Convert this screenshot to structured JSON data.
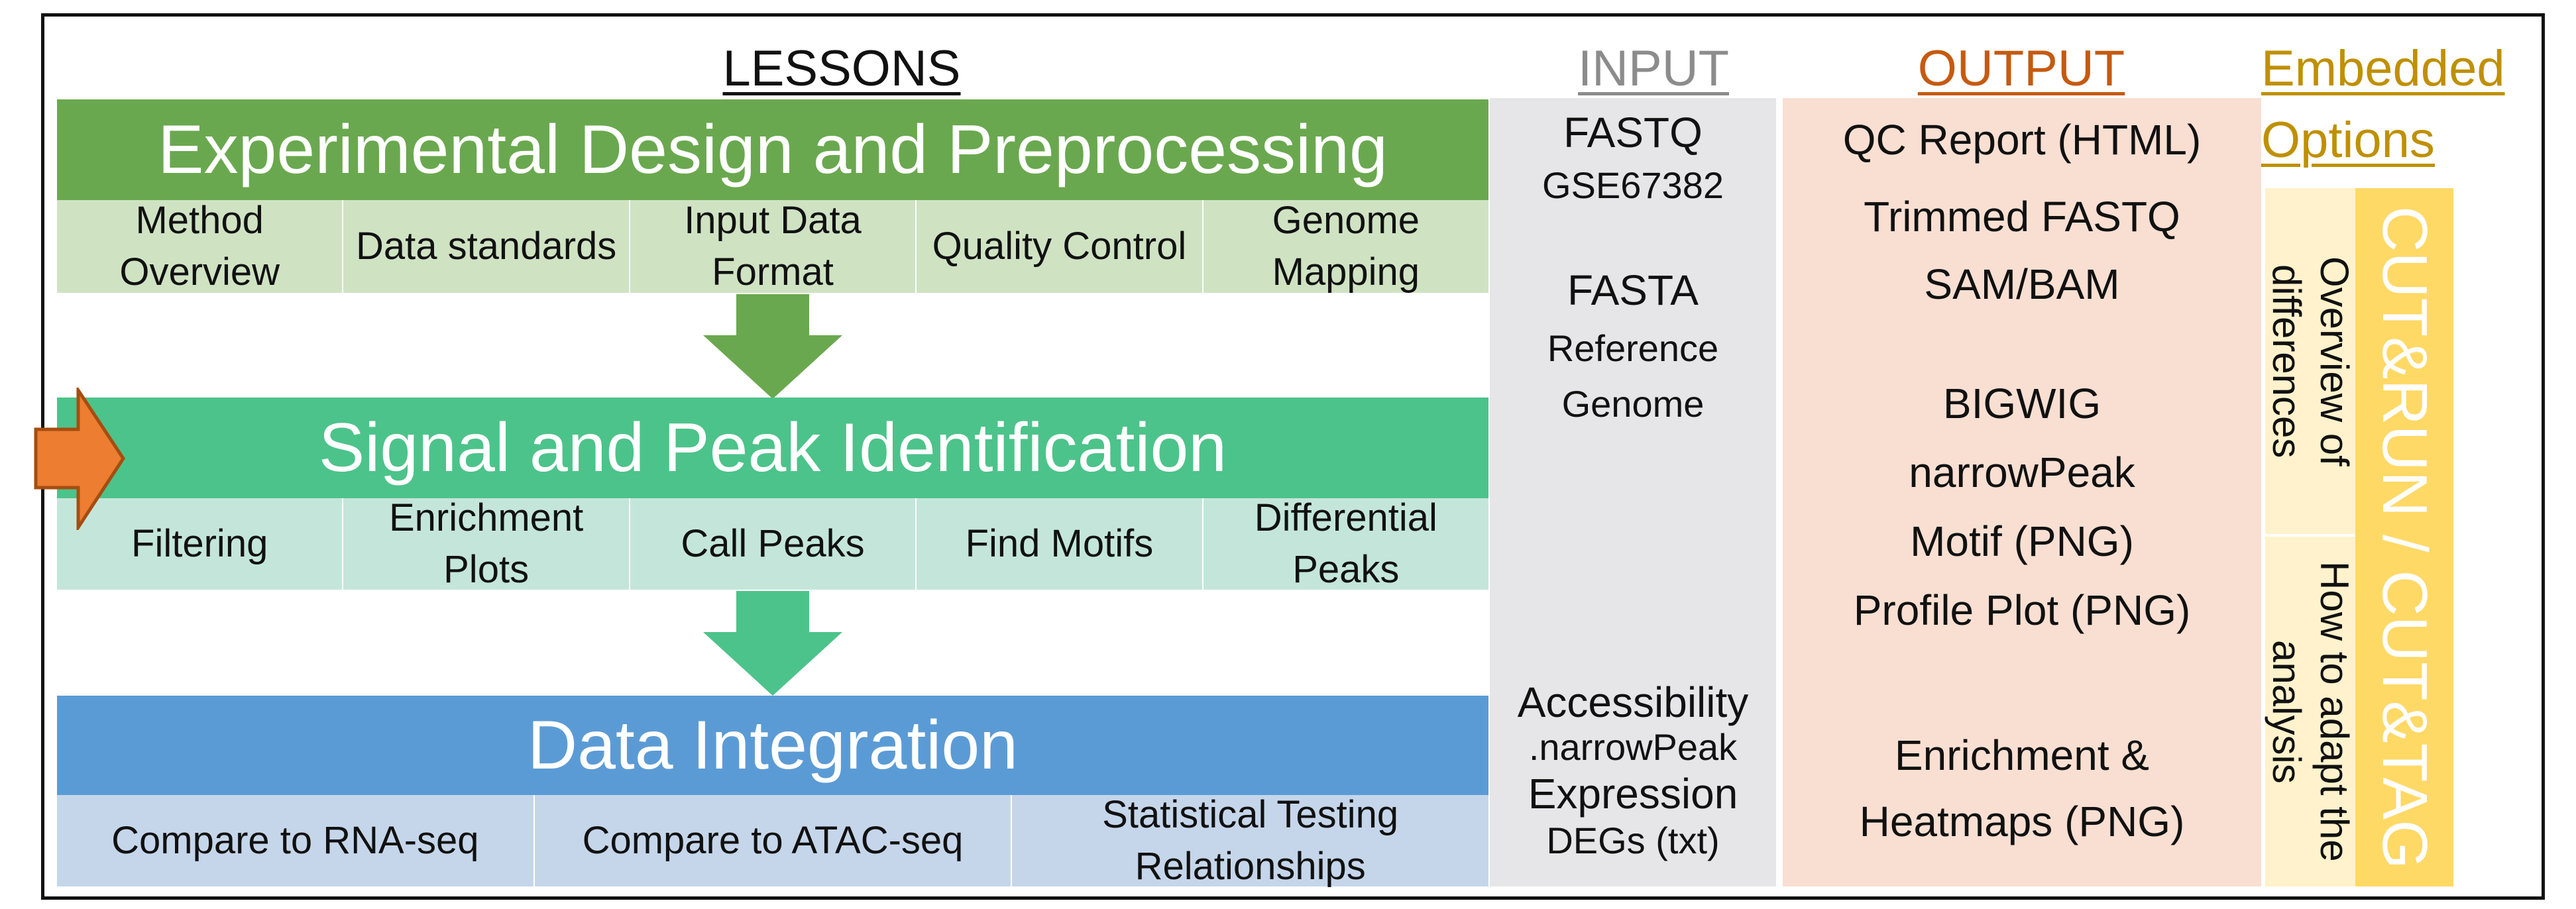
{
  "headers": {
    "lessons": "LESSONS",
    "input": "INPUT",
    "output": "OUTPUT",
    "embedded": "Embedded Options"
  },
  "colors": {
    "lessons_header": "#111111",
    "input_header": "#8c8c8c",
    "output_header": "#c55a11",
    "embedded_header": "#bf9000",
    "stage1_banner": "#6aa84f",
    "stage1_cells": "#cfe3c3",
    "stage2_banner": "#4cc38a",
    "stage2_cells": "#c4e6da",
    "stage3_banner": "#5b9bd5",
    "stage3_cells": "#c5d6ea",
    "input_bg": "#e6e6e8",
    "output_bg": "#f8dfd2",
    "embedded_panel": "#fff2cc",
    "embedded_bar": "#ffd966",
    "pointer_arrow": "#ed7d31"
  },
  "stages": [
    {
      "title": "Experimental Design and Preprocessing",
      "cells": [
        "Method Overview",
        "Data standards",
        "Input Data Format",
        "Quality Control",
        "Genome Mapping"
      ]
    },
    {
      "title": "Signal and Peak Identification",
      "cells": [
        "Filtering",
        "Enrichment Plots",
        "Call Peaks",
        "Find Motifs",
        "Differential Peaks"
      ]
    },
    {
      "title": "Data Integration",
      "cells": [
        "Compare to RNA-seq",
        "Compare to ATAC-seq",
        "Statistical Testing Relationships"
      ]
    }
  ],
  "input": {
    "fastq": "FASTQ",
    "fastq_id": "GSE67382",
    "fasta": "FASTA",
    "fasta_desc": "Reference Genome",
    "accessibility": "Accessibility",
    "accessibility_ext": ".narrowPeak",
    "expression": "Expression",
    "expression_desc": "DEGs (txt)"
  },
  "output": {
    "qc": "QC Report (HTML)",
    "trimmed": "Trimmed FASTQ",
    "sam": "SAM/BAM",
    "bigwig": "BIGWIG",
    "narrowpeak": "narrowPeak",
    "motif": "Motif (PNG)",
    "profile": "Profile Plot (PNG)",
    "enrichment": "Enrichment & Heatmaps (PNG)"
  },
  "embedded": {
    "bar_label": "CUT&RUN / CUT&TAG",
    "overview": "Overview of differences",
    "adapt": "How to adapt the analysis"
  }
}
